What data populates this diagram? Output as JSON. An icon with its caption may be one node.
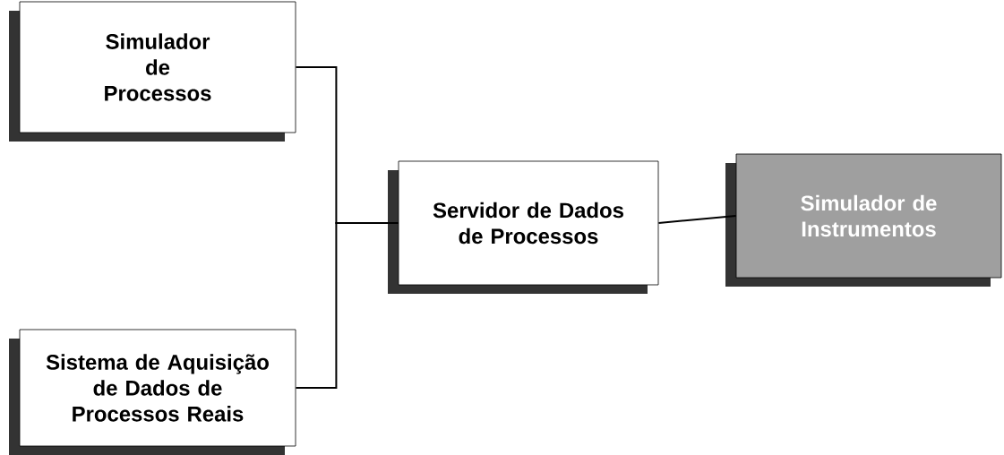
{
  "diagram": {
    "nodes": [
      {
        "text": [
          "Simulador de Processos"
        ]
      },
      {
        "text": [
          "Sistema de Aquisição de Dados de Processos Reais"
        ]
      },
      {
        "text": [
          "Servidor de Dados de Processos"
        ]
      },
      {
        "text": [
          "Simulador de Instrumentos"
        ]
      }
    ],
    "edges": [
      {
        "from": 0,
        "to": 2,
        "arrow": "none"
      },
      {
        "from": 1,
        "to": 2,
        "arrow": "none"
      },
      {
        "from": 2,
        "to": 3,
        "arrow": "none"
      }
    ]
  }
}
